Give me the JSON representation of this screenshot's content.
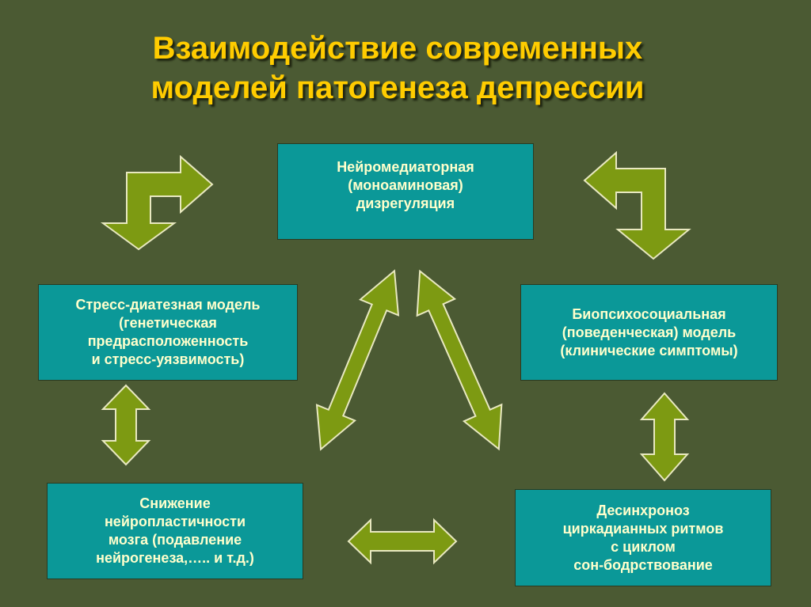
{
  "title": {
    "line1": "Взаимодействие современных",
    "line2": "моделей патогенеза депрессии"
  },
  "boxes": {
    "neuromediator": {
      "lines": [
        "Нейромедиаторная",
        "(моноаминовая)",
        "дизрегуляция"
      ]
    },
    "stress_diathesis": {
      "lines": [
        "Стресс-диатезная модель",
        "(генетическая",
        "предрасположенность",
        "и стресс-уязвимость)"
      ]
    },
    "biopsychosocial": {
      "lines": [
        "Биопсихосоциальная",
        "(поведенческая) модель",
        "(клинические симптомы)"
      ]
    },
    "neuroplasticity": {
      "lines": [
        "Снижение",
        "нейропластичности",
        "мозга (подавление",
        "нейрогенеза,….. и т.д.)"
      ]
    },
    "desynchronosis": {
      "lines": [
        "Десинхроноз",
        "циркадианных ритмов",
        "с циклом",
        "сон-бодрствование"
      ]
    }
  },
  "colors": {
    "background": "#4b5a33",
    "title": "#ffcc00",
    "box": "#0b9898",
    "box_text": "#ffffcc",
    "arrow": "#7d9a12"
  }
}
